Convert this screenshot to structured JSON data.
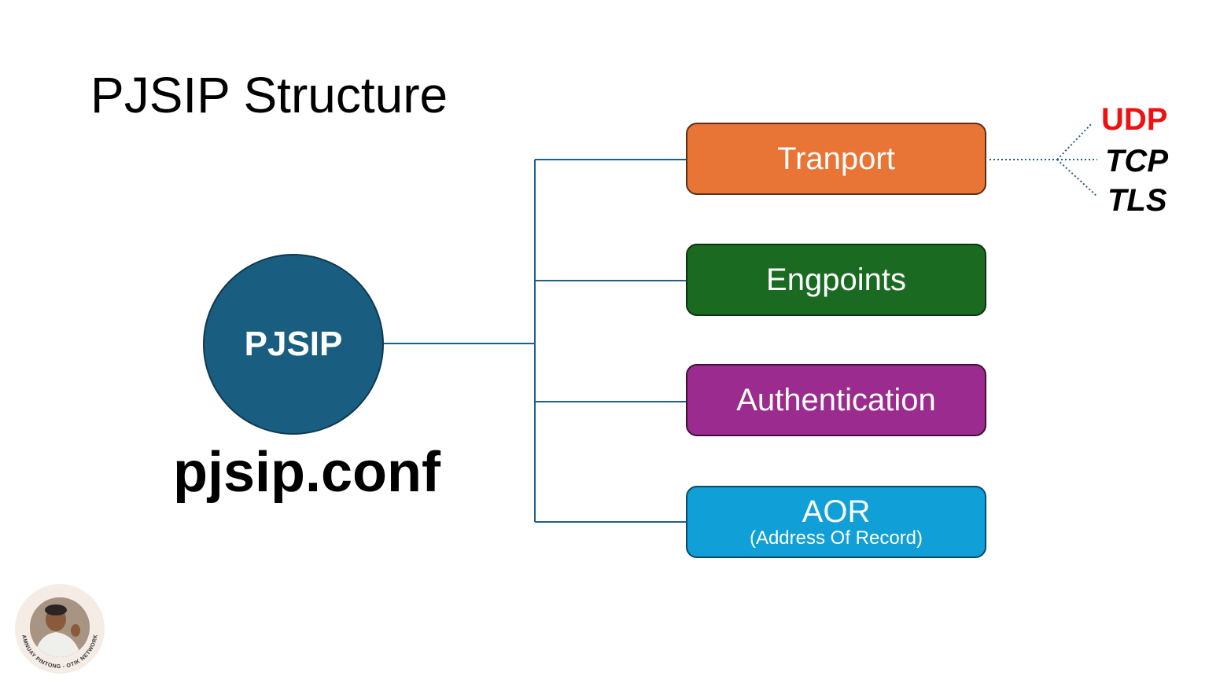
{
  "title": "PJSIP Structure",
  "hub": {
    "label": "PJSIP"
  },
  "file_label": "pjsip.conf",
  "boxes": [
    {
      "label": "Tranport",
      "color": "#e87435"
    },
    {
      "label": "Engpoints",
      "color": "#1b6a22"
    },
    {
      "label": "Authentication",
      "color": "#9b2b8f"
    },
    {
      "label": "AOR",
      "sub": "(Address Of Record)",
      "color": "#109fd6"
    }
  ],
  "protocols": [
    {
      "label": "UDP",
      "color": "#ee1111"
    },
    {
      "label": "TCP",
      "color": "#000000"
    },
    {
      "label": "TLS",
      "color": "#000000"
    }
  ],
  "connector_color": "#1f5f85",
  "logo": {
    "text": "AMNUAY PINTONG - OTIK NETWORK"
  }
}
